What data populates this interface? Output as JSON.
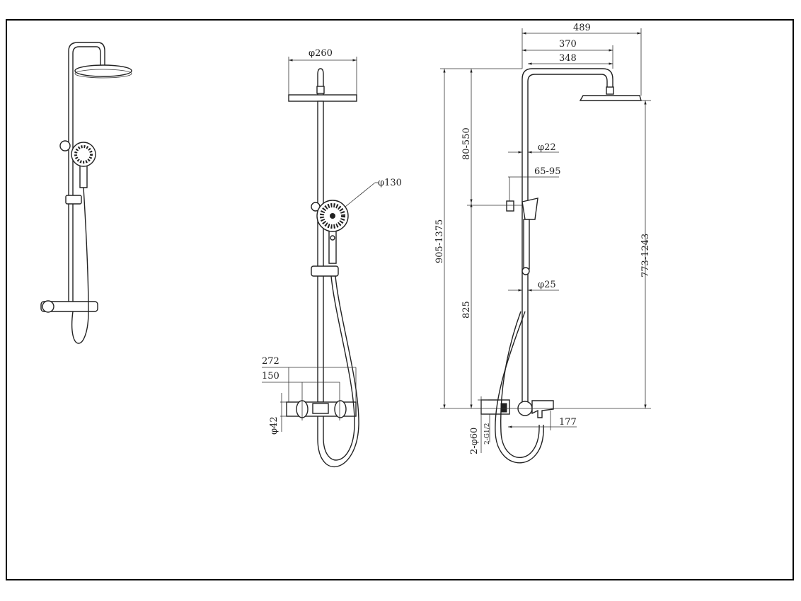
{
  "drawing": {
    "title": "Shower column technical drawing",
    "front_view": {
      "head_diameter": "φ260",
      "handshower_diameter": "φ130",
      "mixer_width": "272",
      "inlet_spacing": "150",
      "mixer_diameter": "φ42"
    },
    "side_view": {
      "reach_total": "489",
      "reach_arm": "370",
      "reach_inner": "348",
      "total_height": "905-1375",
      "upper_adjust": "80-550",
      "lower_height": "825",
      "head_height": "773-1243",
      "upper_pipe": "φ22",
      "holder_offset": "65-95",
      "lower_pipe": "φ25",
      "escutcheon": "2-φ60",
      "thread": "2-G1/2",
      "spout_reach": "177"
    }
  }
}
